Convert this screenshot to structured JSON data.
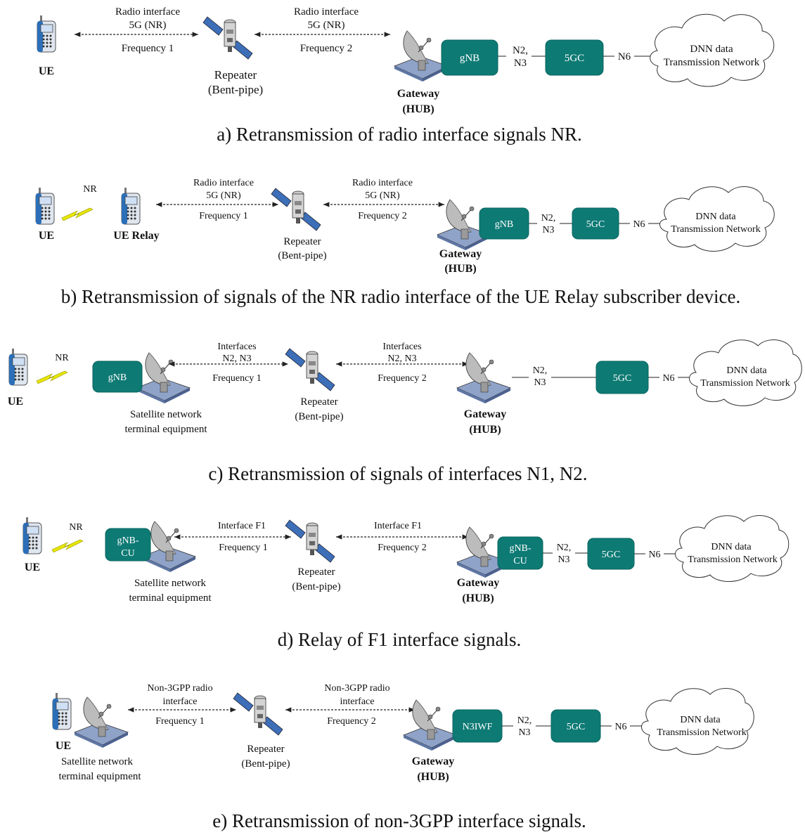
{
  "panels": [
    {
      "id": "a",
      "caption": "a) Retransmission of radio interface signals NR.",
      "ue_label": "UE",
      "relay_label": "",
      "nr_label": "",
      "link1_top": [
        "Radio interface",
        "5G (NR)"
      ],
      "link1_freq": "Frequency 1",
      "link2_top": [
        "Radio interface",
        "5G (NR)"
      ],
      "link2_freq": "Frequency 2",
      "repeater_label": [
        "Repeater",
        "(Bent-pipe)"
      ],
      "gateway_label": [
        "Gateway",
        "(HUB)"
      ],
      "terminal_label": [],
      "terminal_box": "",
      "gateway_box": [
        "gNB"
      ],
      "n2n3": [
        "N2,",
        "N3"
      ],
      "core_box": "5GC",
      "n6": "N6",
      "cloud_label": [
        "DNN data",
        "Transmission Network"
      ]
    },
    {
      "id": "b",
      "caption": "b) Retransmission of signals of the NR radio interface of the UE Relay subscriber device.",
      "ue_label": "UE",
      "relay_label": "UE Relay",
      "nr_label": "NR",
      "link1_top": [
        "Radio interface",
        "5G (NR)"
      ],
      "link1_freq": "Frequency 1",
      "link2_top": [
        "Radio interface",
        "5G (NR)"
      ],
      "link2_freq": "Frequency 2",
      "repeater_label": [
        "Repeater",
        "(Bent-pipe)"
      ],
      "gateway_label": [
        "Gateway",
        "(HUB)"
      ],
      "terminal_label": [],
      "terminal_box": "",
      "gateway_box": [
        "gNB"
      ],
      "n2n3": [
        "N2,",
        "N3"
      ],
      "core_box": "5GC",
      "n6": "N6",
      "cloud_label": [
        "DNN data",
        "Transmission Network"
      ]
    },
    {
      "id": "c",
      "caption": "c) Retransmission of signals of interfaces N1, N2.",
      "ue_label": "UE",
      "relay_label": "",
      "nr_label": "NR",
      "link1_top": [
        "Interfaces",
        "N2, N3"
      ],
      "link1_freq": "Frequency 1",
      "link2_top": [
        "Interfaces",
        "N2, N3"
      ],
      "link2_freq": "Frequency 2",
      "repeater_label": [
        "Repeater",
        "(Bent-pipe)"
      ],
      "gateway_label": [
        "Gateway",
        "(HUB)"
      ],
      "terminal_label": [
        "Satellite network",
        "terminal equipment"
      ],
      "terminal_box": "gNB",
      "gateway_box": [],
      "n2n3": [
        "N2,",
        "N3"
      ],
      "core_box": "5GC",
      "n6": "N6",
      "cloud_label": [
        "DNN data",
        "Transmission Network"
      ]
    },
    {
      "id": "d",
      "caption": "d) Relay of F1 interface signals.",
      "ue_label": "UE",
      "relay_label": "",
      "nr_label": "NR",
      "link1_top": [
        "Interface  F1"
      ],
      "link1_freq": "Frequency 1",
      "link2_top": [
        "Interface  F1"
      ],
      "link2_freq": "Frequency 2",
      "repeater_label": [
        "Repeater",
        "(Bent-pipe)"
      ],
      "gateway_label": [
        "Gateway",
        "(HUB)"
      ],
      "terminal_label": [
        "Satellite network",
        "terminal equipment"
      ],
      "terminal_box": "gNB-CU",
      "gateway_box": [
        "gNB-",
        "CU"
      ],
      "n2n3": [
        "N2,",
        "N3"
      ],
      "core_box": "5GC",
      "n6": "N6",
      "cloud_label": [
        "DNN data",
        "Transmission Network"
      ]
    },
    {
      "id": "e",
      "caption": "e) Retransmission of non-3GPP interface signals.",
      "ue_label": "UE",
      "relay_label": "",
      "nr_label": "",
      "link1_top": [
        "Non-3GPP radio",
        "interface"
      ],
      "link1_freq": "Frequency 1",
      "link2_top": [
        "Non-3GPP radio",
        "interface"
      ],
      "link2_freq": "Frequency 2",
      "repeater_label": [
        "Repeater",
        "(Bent-pipe)"
      ],
      "gateway_label": [
        "Gateway",
        "(HUB)"
      ],
      "terminal_label": [
        "Satellite network",
        "terminal equipment"
      ],
      "terminal_box": "",
      "gateway_box": [
        "N3IWF"
      ],
      "n2n3": [
        "N2,",
        "N3"
      ],
      "core_box": "5GC",
      "n6": "N6",
      "cloud_label": [
        "DNN data",
        "Transmission Network"
      ]
    }
  ],
  "colors": {
    "box": "#0e7a74",
    "lightning": "#e6e600",
    "dish": "#8fa3c9"
  }
}
